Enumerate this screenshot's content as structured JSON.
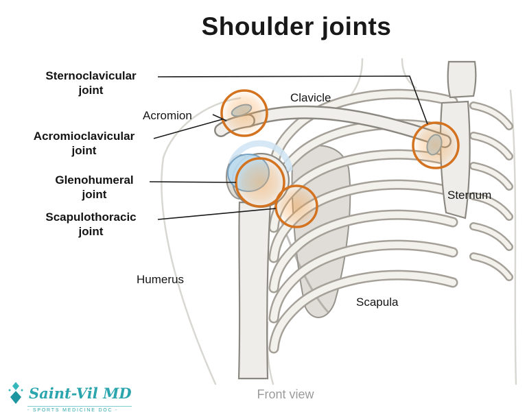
{
  "title": "Shoulder joints",
  "joint_labels": [
    {
      "name": "Sternoclavicular",
      "suffix": "joint"
    },
    {
      "name": "Acromioclavicular",
      "suffix": "joint"
    },
    {
      "name": "Glenohumeral",
      "suffix": "joint"
    },
    {
      "name": "Scapulothoracic",
      "suffix": "joint"
    }
  ],
  "anatomy_labels": {
    "acromion": "Acromion",
    "clavicle": "Clavicle",
    "sternum": "Sternum",
    "humerus": "Humerus",
    "scapula": "Scapula"
  },
  "caption": "Front view",
  "logo": {
    "name": "Saint-Vil MD",
    "tagline": "- Sports Medicine Doc -"
  },
  "colors": {
    "highlight_ring": "#d4731f",
    "cartilage": "#bcdcf0",
    "bone_fill": "#efede9",
    "bone_outline": "#8a8880",
    "logo_teal": "#2ea7ae"
  }
}
